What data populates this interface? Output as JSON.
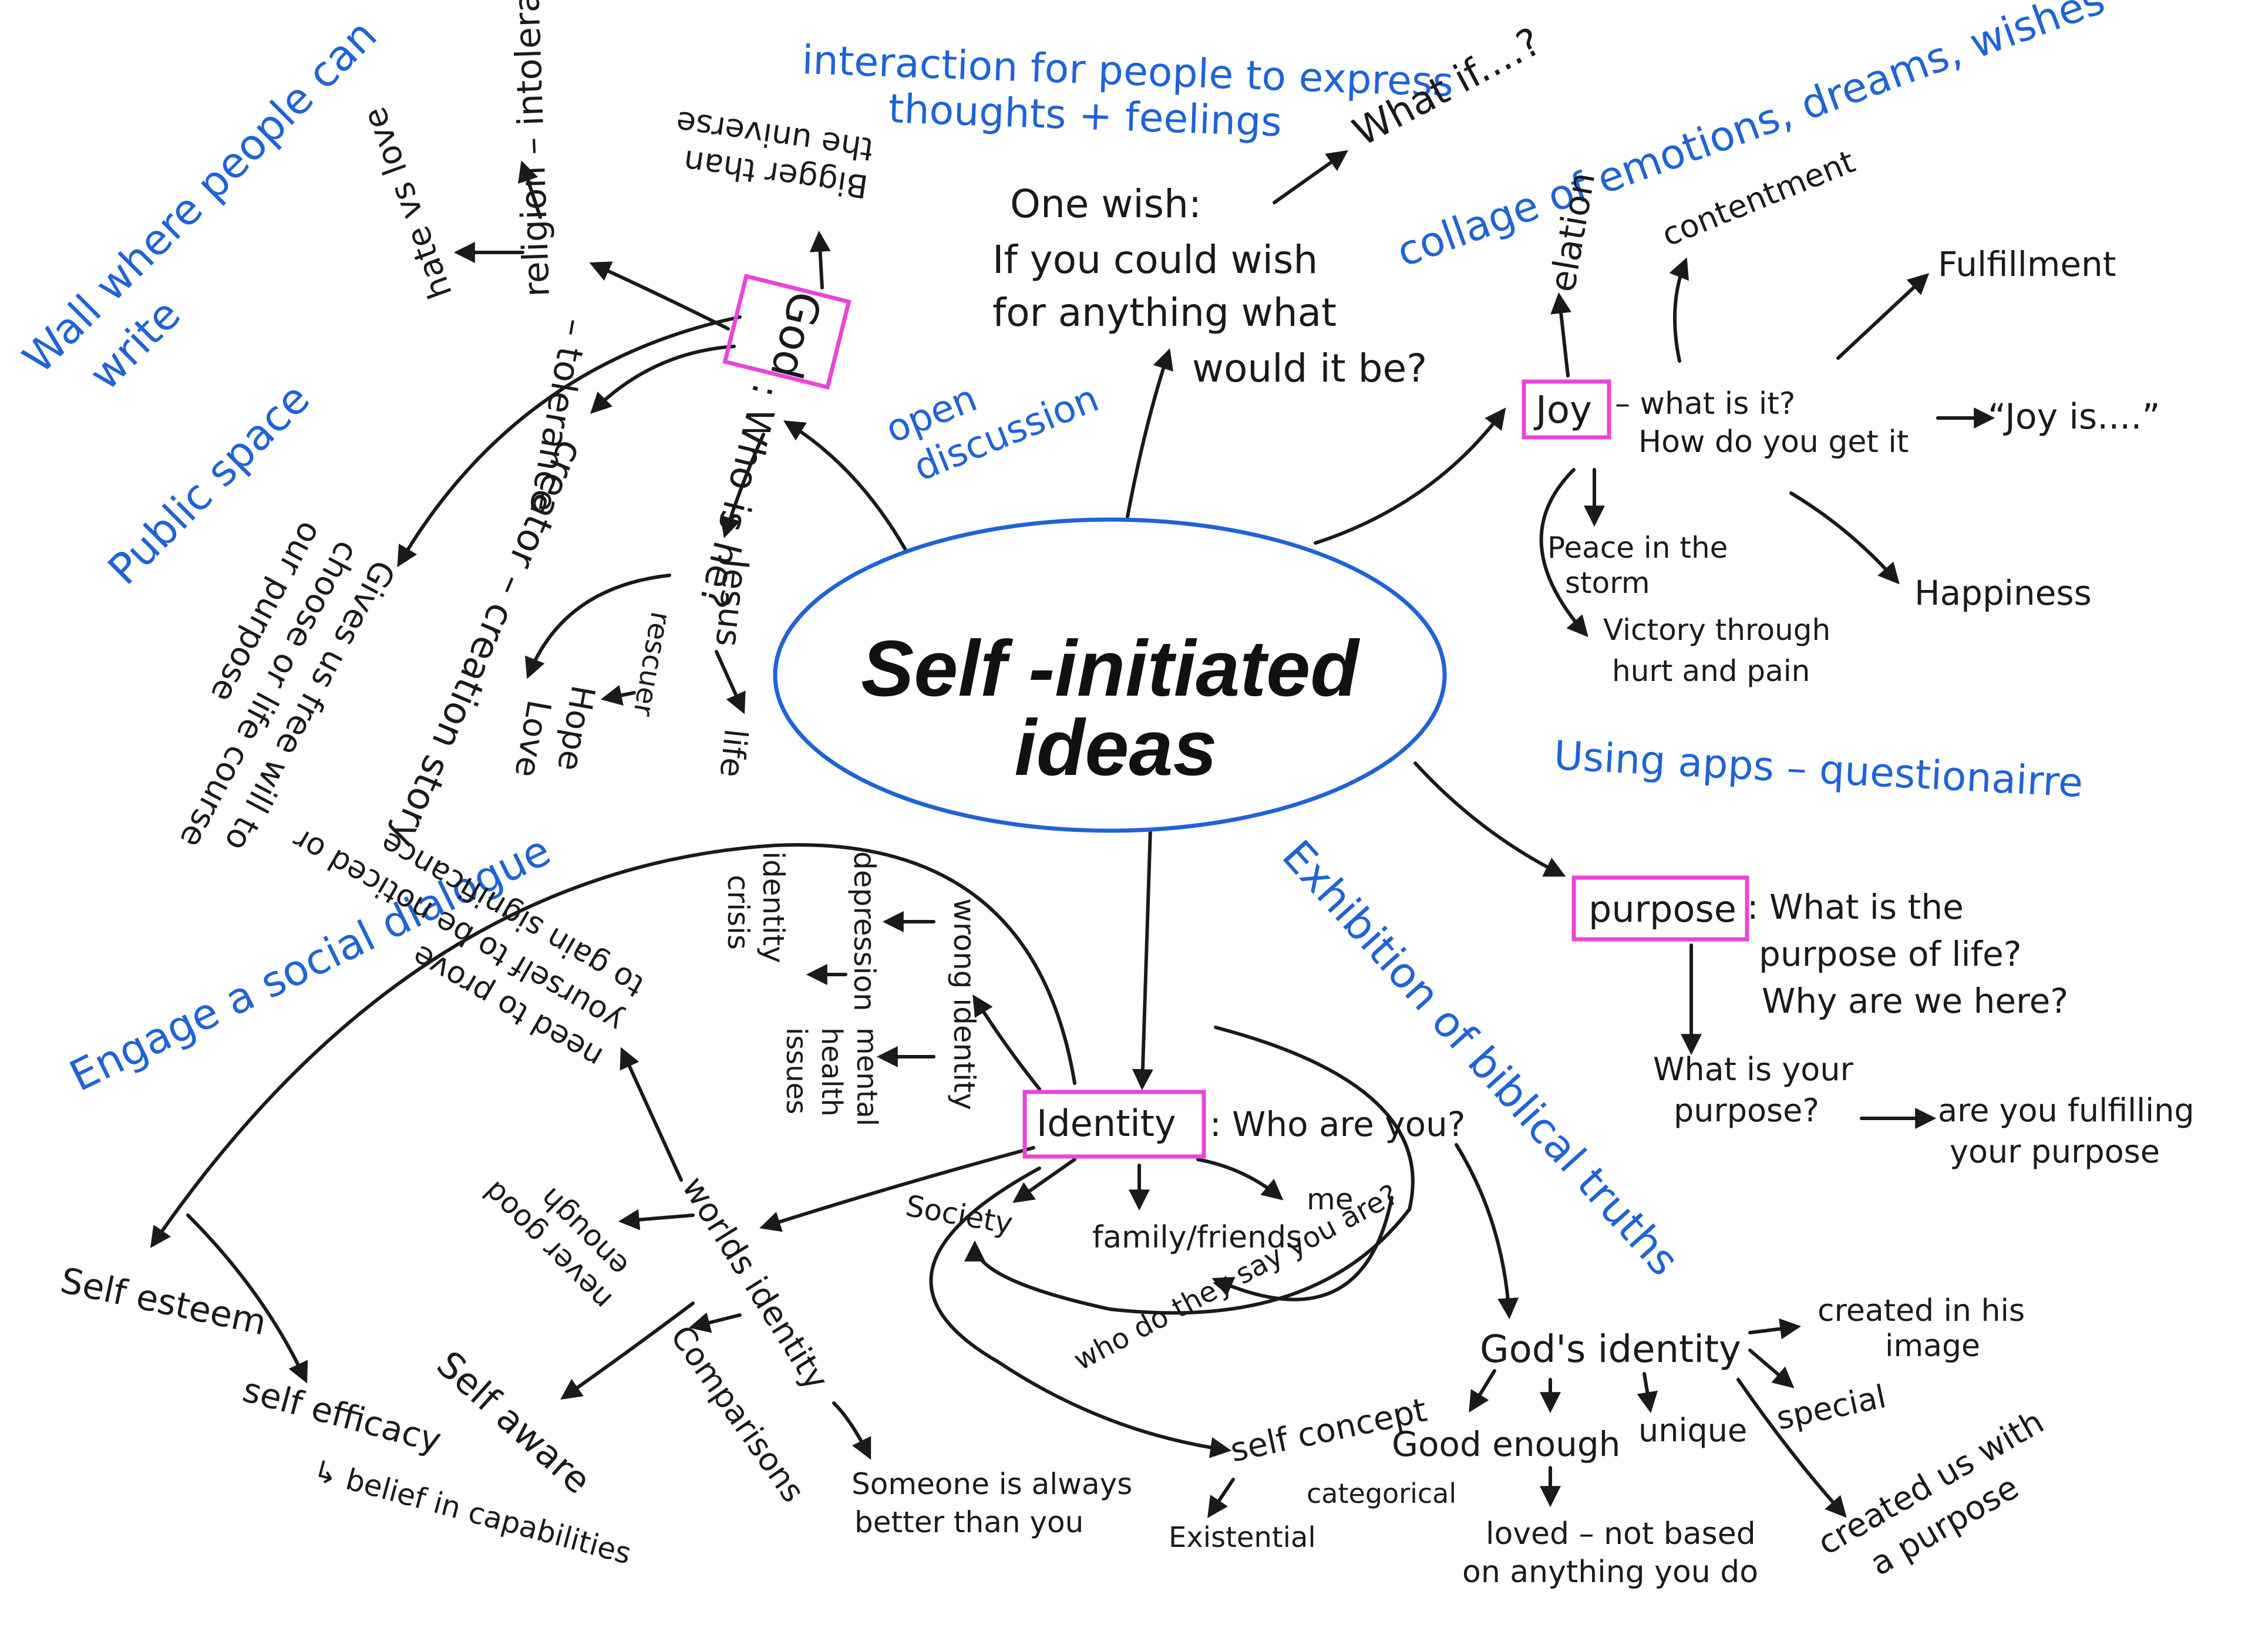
{
  "center": {
    "line1": "Self -initiated",
    "line2": "ideas"
  },
  "colors": {
    "ink": "#1a1a1a",
    "blue": "#1f63d6",
    "highlight": "#ea44d8"
  },
  "notes": {
    "wall": [
      "Wall where people can",
      "write"
    ],
    "public_space": "Public space",
    "interaction": [
      "interaction for people to express",
      "thoughts + feelings"
    ],
    "collage": "collage of emotions, dreams, wishes",
    "open_discussion": [
      "open",
      "discussion"
    ],
    "using_apps": "Using apps – questionairre",
    "social_dialogue": "Engage a social dialogue",
    "exhibition": "Exhibition of biblical truths"
  },
  "god": {
    "label": "God",
    "question": ": Who is he?",
    "bigger": [
      "Bigger than",
      "the universe"
    ],
    "religion": "religion – intolerance",
    "hate_love": "hate vs love",
    "tolerance": "– tolerance",
    "creator": "creator – creation story",
    "free_will": [
      "Gives us free will to",
      "choose or life course",
      "our purpose"
    ],
    "jesus": "Jesus",
    "life": "life",
    "rescuer": "rescuer",
    "hope": "Hope",
    "love": "Love"
  },
  "wish": {
    "lines": [
      "One wish:",
      "If you could wish",
      "for anything what",
      "would it be?"
    ],
    "what_if": "What if....?"
  },
  "joy": {
    "label": "Joy",
    "question": [
      "– what is it?",
      "How do you get it"
    ],
    "elation": "elation",
    "contentment": "contentment",
    "fulfillment": "Fulfillment",
    "joy_is": "“Joy is....”",
    "peace": [
      "Peace in the",
      "storm"
    ],
    "victory": [
      "Victory through",
      "hurt and pain"
    ],
    "happiness": "Happiness"
  },
  "purpose": {
    "label": "purpose",
    "question": [
      ": What is the",
      "purpose of life?",
      "Why are we here?"
    ],
    "your_purpose": [
      "What is your",
      "purpose?"
    ],
    "fulfilling": [
      "are you fulfilling",
      "your purpose"
    ]
  },
  "identity": {
    "label": "Identity",
    "question": ": Who are you?",
    "wrong": "wrong identity",
    "depression": "depression",
    "identity_crisis": [
      "identity",
      "crisis"
    ],
    "mental": [
      "mental",
      "health",
      "issues"
    ],
    "society": "Society",
    "family": "family/friends",
    "me": "me",
    "who_say": "who do they say you are?",
    "worlds": "worlds identity",
    "prove": [
      "need to prove",
      "yourself to be noticed or",
      "to gain significance"
    ],
    "never_good": [
      "never good",
      "enough"
    ],
    "comparisons": "Comparisons",
    "someone": [
      "Someone is always",
      "better than you"
    ],
    "self_aware": "Self aware",
    "self_esteem": "Self esteem",
    "self_efficacy": "self efficacy",
    "belief": "↳ belief in capabilities",
    "self_concept": "self concept",
    "categorical": "categorical",
    "existential": "Existential"
  },
  "gods_identity": {
    "label": "God's identity",
    "created_image": [
      "created in his",
      "image"
    ],
    "special": "special",
    "good_enough": "Good enough",
    "unique": "unique",
    "loved": [
      "loved – not based",
      "on anything you do"
    ],
    "created_purpose": [
      "created us with",
      "a purpose"
    ]
  }
}
